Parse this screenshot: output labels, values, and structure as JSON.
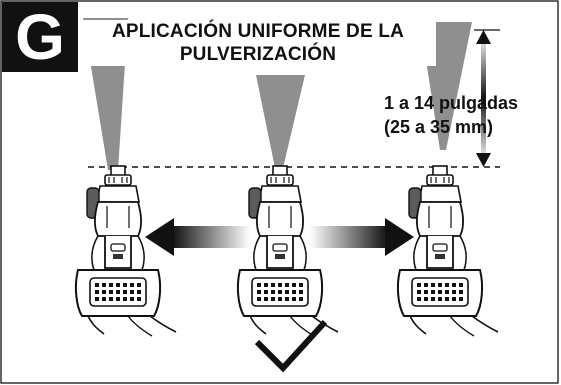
{
  "badge": {
    "letter": "G"
  },
  "title": {
    "line1": "APLICACIÓN UNIFORME DE LA",
    "line2": "PULVERIZACIÓN"
  },
  "distance": {
    "line1": "1 a 14 pulgadas",
    "line2": "(25 a 35 mm)"
  },
  "edge_mark": ")",
  "colors": {
    "ink": "#111111",
    "spray": "#8f8f8f",
    "panel_border": "#222222",
    "background": "#ffffff"
  },
  "icons": [
    "spray-gun-icon",
    "arrow-left-icon",
    "arrow-right-icon",
    "checkmark-icon",
    "double-arrow-icon"
  ]
}
